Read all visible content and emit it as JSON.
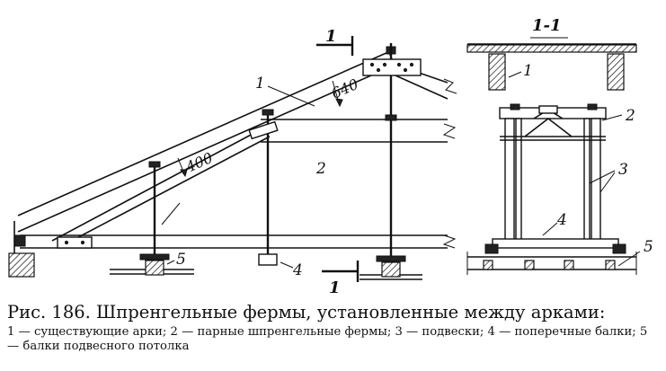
{
  "figure": {
    "labels": {
      "arch": "1",
      "truss": "2",
      "hangers": "3",
      "cross_beams": "4",
      "ceiling_beams": "5"
    },
    "section_marks": {
      "top": "1",
      "bottom": "1",
      "view_title": "1-1"
    },
    "dimensions": {
      "upper": "640",
      "lower": "400"
    }
  },
  "caption": {
    "title": "Рис. 186. Шпренгельные фермы, установленные между арками:",
    "legend": "1 — существующие арки; 2 — парные шпренгельные фермы; 3 — подвески; 4 — поперечные балки; 5 — балки подвесного потолка"
  }
}
